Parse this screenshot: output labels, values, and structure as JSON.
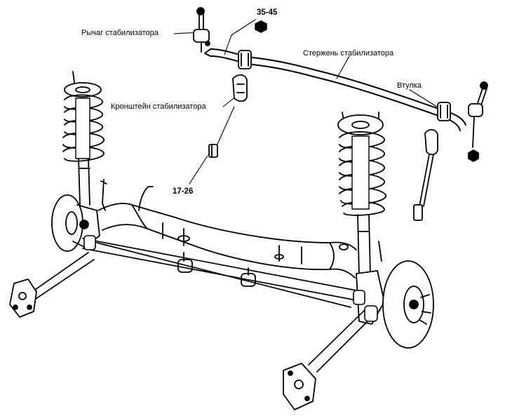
{
  "labels": {
    "stabilizer_link": "Рычаг стабилизатора",
    "torque_35_45": "35-45",
    "stabilizer_bar": "Стержень стабилизатора",
    "bushing": "Втулка",
    "stabilizer_bracket": "Кронштейн стабилизатора",
    "torque_17_26": "17-26"
  },
  "colors": {
    "ink": "#000000",
    "paper": "#ffffff",
    "shade": "#3a3a3a"
  }
}
